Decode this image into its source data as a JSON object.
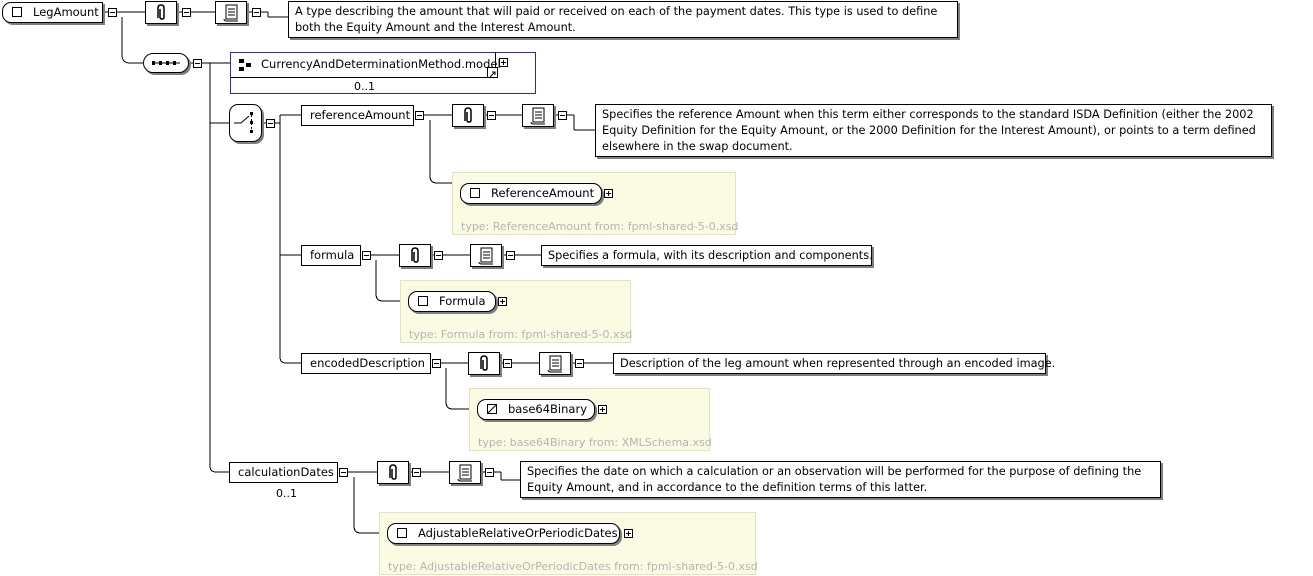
{
  "root": {
    "name": "LegAmount",
    "doc": "A type describing the amount that will paid or received on each of the payment dates. This type is used to define both the Equity Amount and the Interest Amount."
  },
  "group_ref": {
    "name": "CurrencyAndDeterminationMethod.model",
    "occurs": "0..1"
  },
  "elements": {
    "reference_amount": {
      "name": "referenceAmount",
      "doc": "Specifies the reference Amount when this term either corresponds to the standard ISDA Definition (either the 2002 Equity Definition for the Equity Amount, or the 2000 Definition for the Interest Amount), or points to a term defined elsewhere in the swap document.",
      "type_name": "ReferenceAmount",
      "type_info": "type: ReferenceAmount from: fpml-shared-5-0.xsd"
    },
    "formula": {
      "name": "formula",
      "doc": "Specifies a formula, with its description and components.",
      "type_name": "Formula",
      "type_info": "type: Formula from: fpml-shared-5-0.xsd"
    },
    "encoded_description": {
      "name": "encodedDescription",
      "doc": "Description of the leg amount when represented through an encoded image.",
      "type_name": "base64Binary",
      "type_info": "type: base64Binary from: XMLSchema.xsd"
    },
    "calculation_dates": {
      "name": "calculationDates",
      "occurs": "0..1",
      "doc": "Specifies the date on which a calculation or an observation will be performed for the purpose of defining the Equity Amount, and in accordance to the definition terms of this latter.",
      "type_name": "AdjustableRelativeOrPeriodicDates",
      "type_info": "type: AdjustableRelativeOrPeriodicDates from: fpml-shared-5-0.xsd"
    }
  }
}
